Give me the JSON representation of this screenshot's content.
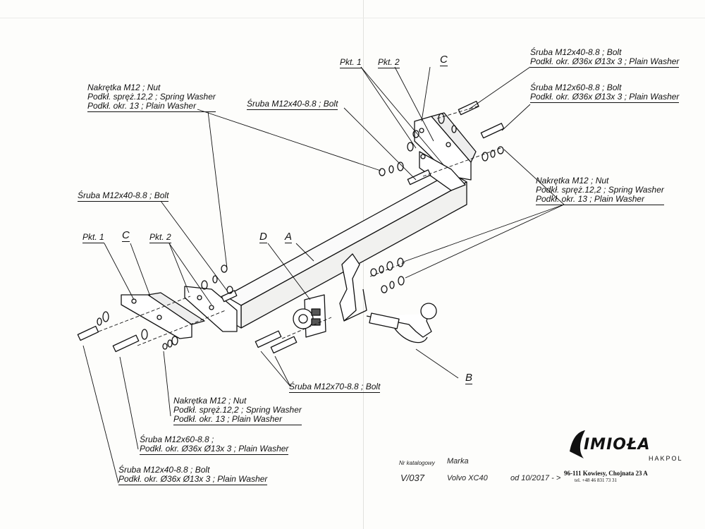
{
  "labels": {
    "top_right_bolt_1": [
      "Śruba M12x40-8.8 ; Bolt",
      "Podkł. okr. Ø36x Ø13x 3 ; Plain Washer"
    ],
    "top_right_bolt_2": [
      "Śruba M12x60-8.8 ; Bolt",
      "Podkł. okr. Ø36x Ø13x 3 ; Plain Washer"
    ],
    "right_nut": [
      "Nakrętka M12 ; Nut",
      "Podkł. spręż.12,2 ; Spring Washer",
      "Podkł. okr. 13 ; Plain Washer"
    ],
    "top_left_nut": [
      "Nakrętka M12 ; Nut",
      "Podkł. spręż.12,2 ; Spring Washer",
      "Podkł. okr. 13 ; Plain Washer"
    ],
    "center_bolt": "Śruba M12x40-8.8 ; Bolt",
    "left_bolt": "Śruba M12x40-8.8 ; Bolt",
    "bottom_bolt_m70": "Śruba M12x70-8.8 ; Bolt",
    "bottom_nut": [
      "Nakrętka M12 ; Nut",
      "Podkł. spręż.12,2 ; Spring Washer",
      "Podkł. okr. 13 ; Plain Washer"
    ],
    "bottom_bolt_m60": [
      "Śruba M12x60-8.8 ;",
      "Podkł. okr. Ø36x Ø13x 3 ; Plain Washer"
    ],
    "bottom_bolt_m40": [
      "Śruba M12x40-8.8 ; Bolt",
      "Podkł. okr. Ø36x Ø13x 3 ; Plain Washer"
    ]
  },
  "letters": {
    "pkt1_top": "Pkt. 1",
    "pkt2_top": "Pkt. 2",
    "c_top": "C",
    "pkt1_left": "Pkt. 1",
    "c_left": "C",
    "pkt2_left": "Pkt. 2",
    "d": "D",
    "a": "A",
    "b": "B"
  },
  "info": {
    "catalog_label": "Nr katalogowy",
    "brand_label": "Marka",
    "catalog_no": "V/037",
    "model": "Volvo XC40",
    "date": "od 10/2017 - >"
  },
  "company": {
    "name": "IMIOŁA",
    "sub": "HAKPOL",
    "address": "96-111 Kowiesy, Chojnata 23 A",
    "tel": "tel. +48 46 831 73 31"
  }
}
